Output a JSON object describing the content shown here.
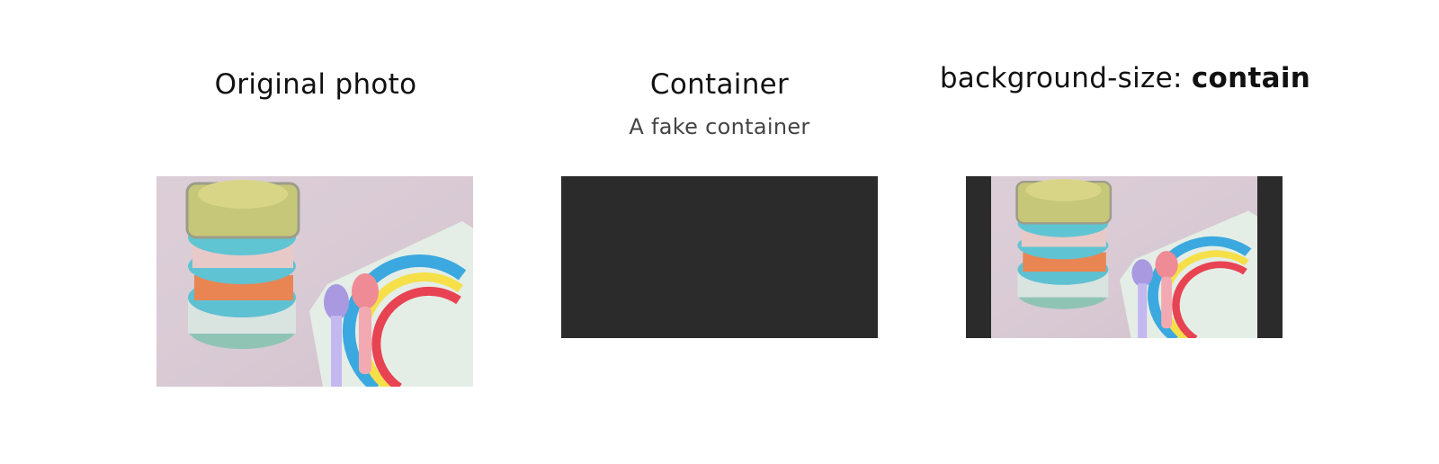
{
  "columns": [
    {
      "title": "Original photo"
    },
    {
      "title": "Container",
      "subtitle": "A fake container"
    },
    {
      "title_prefix": "background-size: ",
      "title_value": "contain"
    }
  ],
  "colors": {
    "container": "#2b2b2b",
    "background": "#ffffff",
    "photo_backdrop": "#d9c9d4"
  },
  "image": {
    "subject": "baby food containers with spoons and rainbow napkin"
  }
}
